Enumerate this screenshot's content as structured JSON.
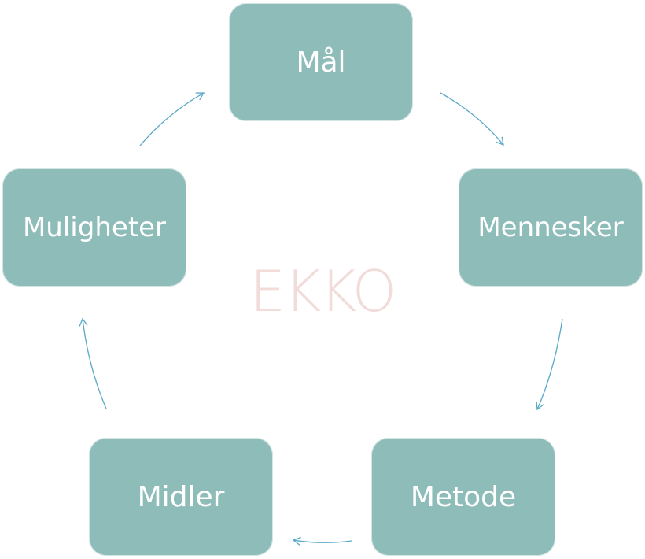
{
  "diagram": {
    "nodes": [
      {
        "id": "maal",
        "label": "Mål"
      },
      {
        "id": "mennesker",
        "label": "Mennesker"
      },
      {
        "id": "metode",
        "label": "Metode"
      },
      {
        "id": "midler",
        "label": "Midler"
      },
      {
        "id": "muligheter",
        "label": "Muligheter"
      }
    ],
    "edges": [
      {
        "from": "maal",
        "to": "mennesker"
      },
      {
        "from": "mennesker",
        "to": "metode"
      },
      {
        "from": "metode",
        "to": "midler"
      },
      {
        "from": "midler",
        "to": "muligheter"
      },
      {
        "from": "muligheter",
        "to": "maal"
      }
    ],
    "watermark": "EKKO",
    "colors": {
      "node_fill": "#8ebcb9",
      "node_text": "#ffffff",
      "arrow": "#5aa9c8",
      "watermark": "#f1dcd9"
    }
  }
}
